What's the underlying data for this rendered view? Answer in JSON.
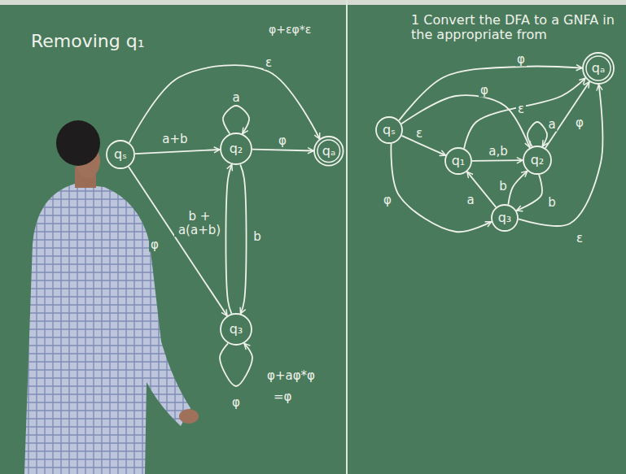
{
  "diagram": {
    "nodes": [
      {
        "text": [
          "qₛ"
        ]
      },
      {
        "text": [
          "q₂"
        ]
      },
      {
        "text": [
          "qₐ"
        ]
      },
      {
        "text": [
          "q₃"
        ]
      },
      {
        "text": [
          "qₛ"
        ]
      },
      {
        "text": [
          "q₁"
        ]
      },
      {
        "text": [
          "q₂"
        ]
      },
      {
        "text": [
          "q₃"
        ]
      },
      {
        "text": [
          "qₐ"
        ]
      }
    ],
    "edges": [
      {
        "from": 0,
        "to": 2,
        "label": "ε",
        "arrow": "to"
      },
      {
        "from": 0,
        "to": 1,
        "label": "a+b",
        "arrow": "to"
      },
      {
        "from": 1,
        "to": 2,
        "label": "φ",
        "arrow": "to"
      },
      {
        "from": 0,
        "to": 3,
        "label": "φ",
        "arrow": "to"
      },
      {
        "from": 1,
        "to": 1,
        "label": "a",
        "arrow": "to"
      },
      {
        "from": 3,
        "to": 1,
        "label": "b + a(a+b)",
        "arrow": "to"
      },
      {
        "from": 1,
        "to": 3,
        "label": "b",
        "arrow": "to"
      },
      {
        "from": 3,
        "to": 3,
        "label": "φ",
        "arrow": "to"
      },
      {
        "from": 4,
        "to": 8,
        "label": "φ",
        "arrow": "to"
      },
      {
        "from": 4,
        "to": 5,
        "label": "ε",
        "arrow": "to"
      },
      {
        "from": 4,
        "to": 6,
        "label": "φ",
        "arrow": "to"
      },
      {
        "from": 5,
        "to": 8,
        "label": "ε",
        "arrow": "to"
      },
      {
        "from": 5,
        "to": 6,
        "label": "a,b",
        "arrow": "to"
      },
      {
        "from": 6,
        "to": 6,
        "label": "a",
        "arrow": "to"
      },
      {
        "from": 6,
        "to": 8,
        "label": "φ",
        "arrow": "to"
      },
      {
        "from": 4,
        "to": 7,
        "label": "φ",
        "arrow": "to"
      },
      {
        "from": 7,
        "to": 5,
        "label": "a",
        "arrow": "to"
      },
      {
        "from": 7,
        "to": 6,
        "label": "b",
        "arrow": "to"
      },
      {
        "from": 6,
        "to": 7,
        "label": "b",
        "arrow": "to"
      },
      {
        "from": 7,
        "to": 8,
        "label": "ε",
        "arrow": "to"
      }
    ],
    "labels": [
      "Removing q₁",
      "φ+εφ*ε",
      "φ+aφ*φ",
      "=φ",
      "1 Convert the DFA to a GNFA in the appropriate from"
    ]
  }
}
